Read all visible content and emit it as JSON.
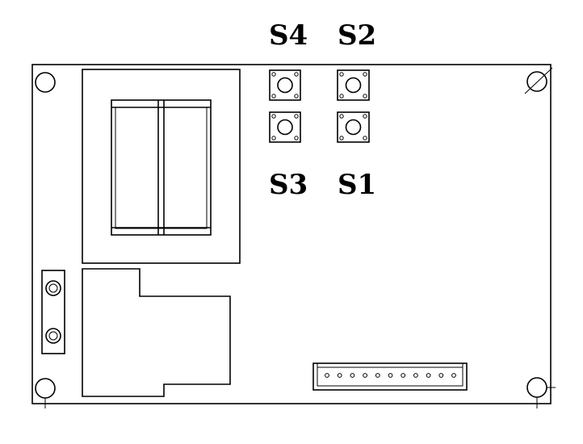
{
  "diagram": {
    "switches": [
      {
        "id": "S4"
      },
      {
        "id": "S2"
      },
      {
        "id": "S3"
      },
      {
        "id": "S1"
      }
    ],
    "connector": {
      "pin_count": 11
    },
    "colors": {
      "stroke": "#000000",
      "background": "#ffffff"
    }
  }
}
